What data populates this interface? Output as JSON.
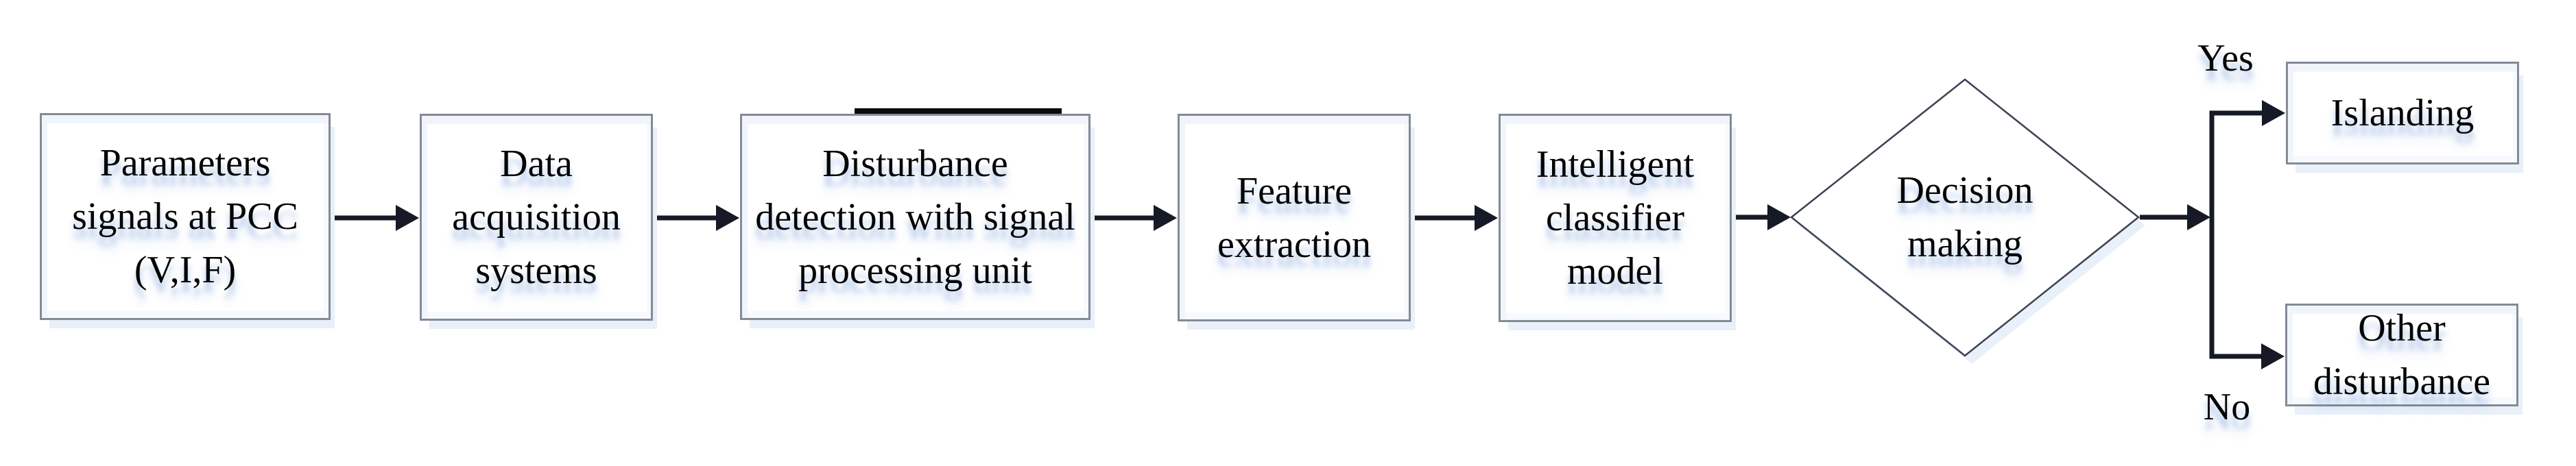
{
  "nodes": {
    "parameters": {
      "label": "Parameters\nsignals at PCC\n(V,I,F)"
    },
    "data_acquisition": {
      "label": "Data\nacquisition\nsystems"
    },
    "disturbance_detection": {
      "label": "Disturbance\ndetection with signal\nprocessing unit"
    },
    "feature_extraction": {
      "label": "Feature\nextraction"
    },
    "intelligent_classifier": {
      "label": "Intelligent\nclassifier\nmodel"
    },
    "decision_making": {
      "label": "Decision\nmaking"
    },
    "islanding": {
      "label": "Islanding"
    },
    "other_disturbance": {
      "label": "Other\ndisturbance"
    }
  },
  "branch_labels": {
    "yes": "Yes",
    "no": "No"
  },
  "colors": {
    "box_border": "#838B95",
    "diamond_border": "#3A4150",
    "arrow": "#151A26",
    "text": "#040404",
    "glow": "#E9F0F9",
    "background": "#FFFFFF"
  }
}
